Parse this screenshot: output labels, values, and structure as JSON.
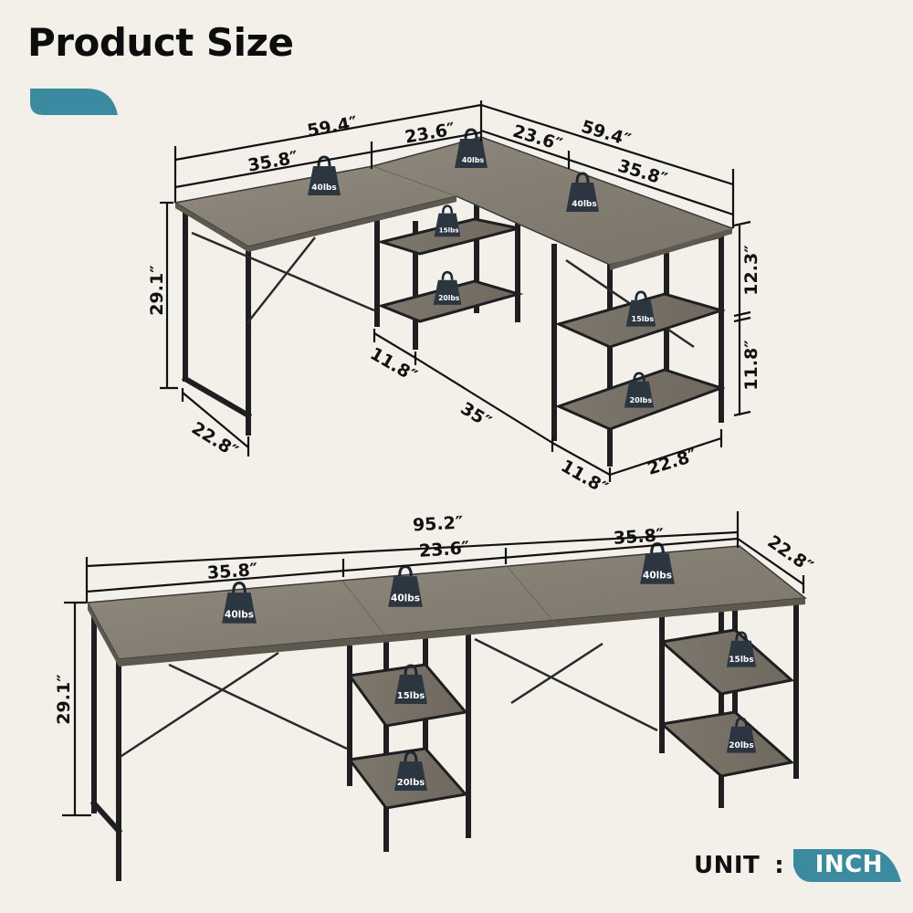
{
  "header": {
    "title": "Product Size",
    "accent_color": "#3b8ba0"
  },
  "colors": {
    "background": "#f3f0ea",
    "desktop_wood": "#8a8378",
    "desktop_wood_dark": "#6f695f",
    "frame_metal": "#1f1f22",
    "weight_block": "#2c3640",
    "dimension_line": "#111111"
  },
  "l_shape_view": {
    "dimensions": {
      "total_width_left": "59.4″",
      "total_width_right": "59.4″",
      "corner_left": "23.6″",
      "corner_right": "23.6″",
      "desk_left": "35.8″",
      "desk_right": "35.8″",
      "height": "29.1″",
      "depth_left": "22.8″",
      "depth_right": "22.8″",
      "shelf_depth_inner": "11.8″",
      "shelf_depth_outer": "11.8″",
      "leg_span": "35″",
      "upper_shelf_gap": "12.3″",
      "lower_shelf_gap": "11.8″"
    },
    "weights": {
      "desktop_left": "40lbs",
      "desktop_corner": "40lbs",
      "desktop_right": "40lbs",
      "shelf_left_upper": "15lbs",
      "shelf_left_lower": "20lbs",
      "shelf_right_upper": "15lbs",
      "shelf_right_lower": "20lbs"
    }
  },
  "straight_view": {
    "dimensions": {
      "total_width": "95.2″",
      "left_desk": "35.8″",
      "middle_desk": "23.6″",
      "right_desk": "35.8″",
      "depth": "22.8″",
      "height": "29.1″"
    },
    "weights": {
      "desktop_left": "40lbs",
      "desktop_middle": "40lbs",
      "desktop_right": "40lbs",
      "shelf_middle_upper": "15lbs",
      "shelf_middle_lower": "20lbs",
      "shelf_right_upper": "15lbs",
      "shelf_right_lower": "20lbs"
    }
  },
  "unit": {
    "label": "UNIT",
    "separator": ":",
    "value": "INCH"
  }
}
